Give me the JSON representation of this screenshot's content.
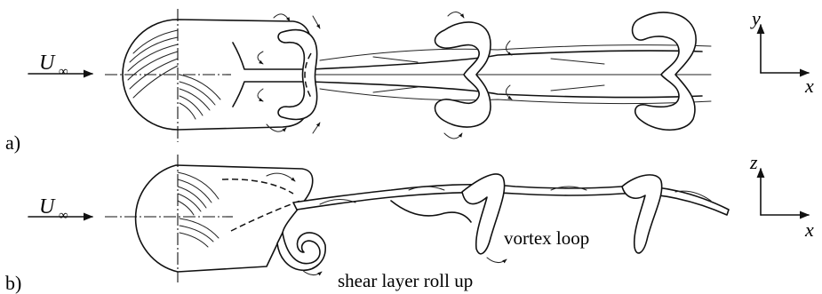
{
  "panel_a": {
    "label": "a)",
    "freestream": "U",
    "freestream_sub": "∞",
    "axis_vertical": "y",
    "axis_horizontal": "x"
  },
  "panel_b": {
    "label": "b)",
    "freestream": "U",
    "freestream_sub": "∞",
    "axis_vertical": "z",
    "axis_horizontal": "x",
    "annotation_vortex_loop": "vortex loop",
    "annotation_shear_layer": "shear layer roll up"
  }
}
